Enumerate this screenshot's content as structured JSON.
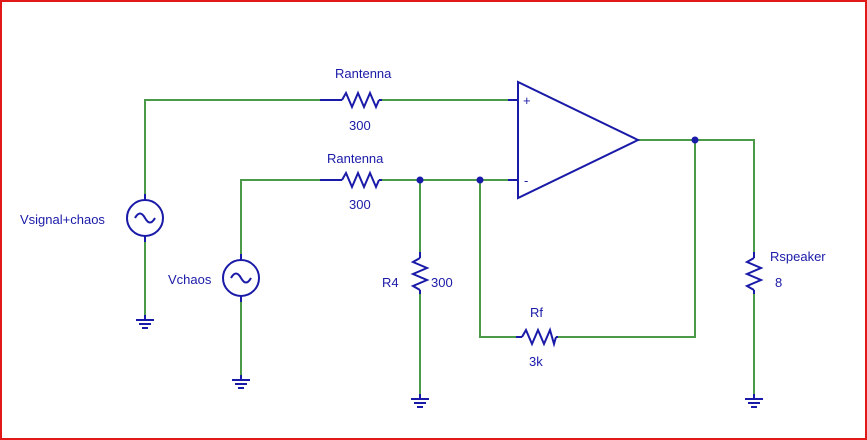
{
  "components": {
    "r_antenna_top": {
      "name": "Rantenna",
      "value": "300"
    },
    "r_antenna_bottom": {
      "name": "Rantenna",
      "value": "300"
    },
    "r4": {
      "name": "R4",
      "value": "300"
    },
    "rf": {
      "name": "Rf",
      "value": "3k"
    },
    "r_speaker": {
      "name": "Rspeaker",
      "value": "8"
    },
    "v_signal": {
      "name": "Vsignal+chaos"
    },
    "v_chaos": {
      "name": "Vchaos"
    },
    "opamp": {
      "plus": "+",
      "minus": "-"
    }
  },
  "colors": {
    "wire": "#4a9a4a",
    "component": "#1a1aa8",
    "border": "#e01818"
  }
}
